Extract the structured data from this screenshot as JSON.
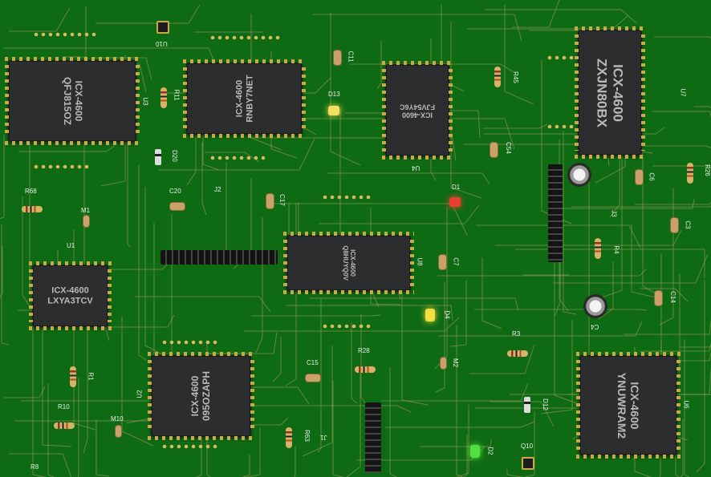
{
  "board": {
    "background": "#0f6a14",
    "trace_color": "#a8a060",
    "chips": [
      {
        "ref": "U3",
        "part": "ICX-4600",
        "code": "QFJ815OZ"
      },
      {
        "ref": "J2",
        "part": "ICX-4600",
        "code": "RNBY7NET"
      },
      {
        "ref": "U4",
        "part": "ICX-4600",
        "code": "FJV54Y6C"
      },
      {
        "ref": "U7",
        "part": "ICX-4600",
        "code": "ZXJN80BX"
      },
      {
        "ref": "U8",
        "part": "ICX-4600",
        "code": "Q8HUYQ0V"
      },
      {
        "ref": "U1",
        "part": "ICX-4600",
        "code": "LXYA3TCV"
      },
      {
        "ref": "U2",
        "part": "ICX-4600",
        "code": "095OZAPH"
      },
      {
        "ref": "U6",
        "part": "ICX-4600",
        "code": "YNUWRAM2"
      }
    ],
    "labels": {
      "U10": "U10",
      "D13": "D13",
      "C11": "C11",
      "R45": "R45",
      "U7": "U7",
      "U3": "U3",
      "R11": "R11",
      "D20": "D20",
      "C20": "C20",
      "J2": "J2",
      "C17": "C17",
      "U4": "U4",
      "C54": "C54",
      "D1": "D1",
      "C6": "C6",
      "R26": "R26",
      "J3": "J3",
      "C3": "C3",
      "R68": "R68",
      "M1": "M1",
      "U1": "U1",
      "U8": "U8",
      "C7": "C7",
      "R4": "R4",
      "C14": "C14",
      "C4": "C4",
      "D4": "D4",
      "R3": "R3",
      "M2": "M2",
      "R1": "R1",
      "U2": "U2",
      "C15": "C15",
      "R28": "R28",
      "D12": "D12",
      "U6": "U6",
      "R10": "R10",
      "M10": "M10",
      "R63": "R63",
      "J1": "J1",
      "D2": "D2",
      "Q10": "Q10",
      "R8": "R8"
    }
  }
}
